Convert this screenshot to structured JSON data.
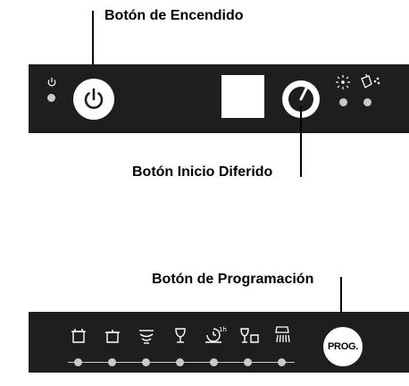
{
  "callouts": {
    "power_button": "Botón de Encendido",
    "delay_start_button": "Botón Inicio Diferido",
    "program_button": "Botón de Programación"
  },
  "panel_top": {
    "indicators": [
      {
        "icon": "power-indicator-icon"
      },
      {
        "icon": "rinse-aid-icon"
      },
      {
        "icon": "salt-icon"
      }
    ]
  },
  "panel_bottom": {
    "programs": [
      {
        "icon": "pot-intensive-icon"
      },
      {
        "icon": "pot-normal-icon"
      },
      {
        "icon": "plates-eco-icon"
      },
      {
        "icon": "glass-delicate-icon"
      },
      {
        "icon": "quick-clock-icon",
        "superscript": "1h"
      },
      {
        "icon": "glass-cup-icon"
      },
      {
        "icon": "prewash-shower-icon"
      }
    ],
    "prog_button_label": "PROG."
  },
  "colors": {
    "panel": "#1e1e1e",
    "led": "#c9c9c9",
    "line": "#000000",
    "button_face": "#ffffff"
  }
}
